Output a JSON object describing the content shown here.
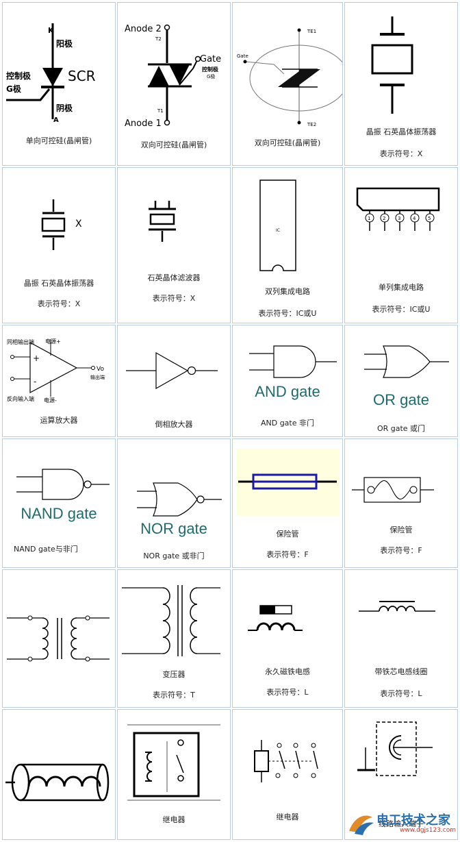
{
  "cells": {
    "r1c1": {
      "caption": "单向可控硅(晶闸管)",
      "labels": {
        "k": "K",
        "cathode_top": "阳极",
        "gate_label": "控制极",
        "g": "G极",
        "scr": "SCR",
        "anode_bottom": "阴极",
        "a": "A"
      }
    },
    "r1c2": {
      "caption": "双向可控硅(晶闸管)",
      "labels": {
        "anode2": "Anode 2",
        "t2": "T2",
        "gate": "Gate",
        "gate_cn": "控制极",
        "g": "G极",
        "t1": "T1",
        "anode1": "Anode 1"
      }
    },
    "r1c3": {
      "caption": "双向可控硅(晶闸管)",
      "labels": {
        "te1": "TE1",
        "gate": "Gate",
        "te2": "TE2"
      }
    },
    "r1c4": {
      "caption": "晶振  石英晶体振荡器",
      "caption2": "表示符号：X"
    },
    "r2c1": {
      "caption": "晶振  石英晶体振荡器",
      "caption2": "表示符号：X",
      "labels": {
        "x": "X"
      }
    },
    "r2c2": {
      "caption": "石英晶体滤波器",
      "caption2": "表示符号：X"
    },
    "r2c3": {
      "caption": "双列集成电路",
      "caption2": "表示符号：IC或U",
      "labels": {
        "ic": "IC"
      }
    },
    "r2c4": {
      "caption": "单列集成电路",
      "caption2": "表示符号：IC或U",
      "labels": {
        "pins": [
          "1",
          "2",
          "3",
          "4",
          "5"
        ]
      }
    },
    "r3c1": {
      "caption": "运算放大器",
      "labels": {
        "noninv": "同相输出端",
        "vplus": "电源+",
        "plus": "+",
        "minus": "-",
        "vo": "Vo",
        "out": "输出端",
        "inv": "反向输入端",
        "vminus": "电源-"
      }
    },
    "r3c2": {
      "caption": "倒相放大器"
    },
    "r3c3": {
      "caption": "AND gate 非门",
      "big": "AND gate"
    },
    "r3c4": {
      "caption": "OR gate 或门",
      "big": "OR gate"
    },
    "r4c1": {
      "caption": "NAND gate与非门",
      "big": "NAND gate"
    },
    "r4c2": {
      "caption": "NOR gate 或非门",
      "big": "NOR gate"
    },
    "r4c3": {
      "caption": "保险管",
      "caption2": "表示符号：F"
    },
    "r4c4": {
      "caption": "保险管",
      "caption2": "表示符号：F"
    },
    "r5c2": {
      "caption": "变压器",
      "caption2": "表示符号：T"
    },
    "r5c3": {
      "caption": "永久磁铁电感",
      "caption2": "表示符号：L"
    },
    "r5c4": {
      "caption": "带铁芯电感线圈",
      "caption2": "表示符号：L"
    },
    "r6c2": {
      "caption": "继电器"
    },
    "r6c3": {
      "caption": "继电器"
    },
    "r6c4": {
      "caption": "线路输入端子"
    }
  },
  "watermark": {
    "text": "电工技术之家",
    "url": "www.dgjs123.com"
  },
  "colors": {
    "border": "#b8cde3",
    "gate_text": "#1f6b6b",
    "fuse_bg": "#ffffe0",
    "fuse_blue": "#1a1aa8",
    "watermark_blue": "#2a6fb0",
    "watermark_red": "#c0392b"
  }
}
